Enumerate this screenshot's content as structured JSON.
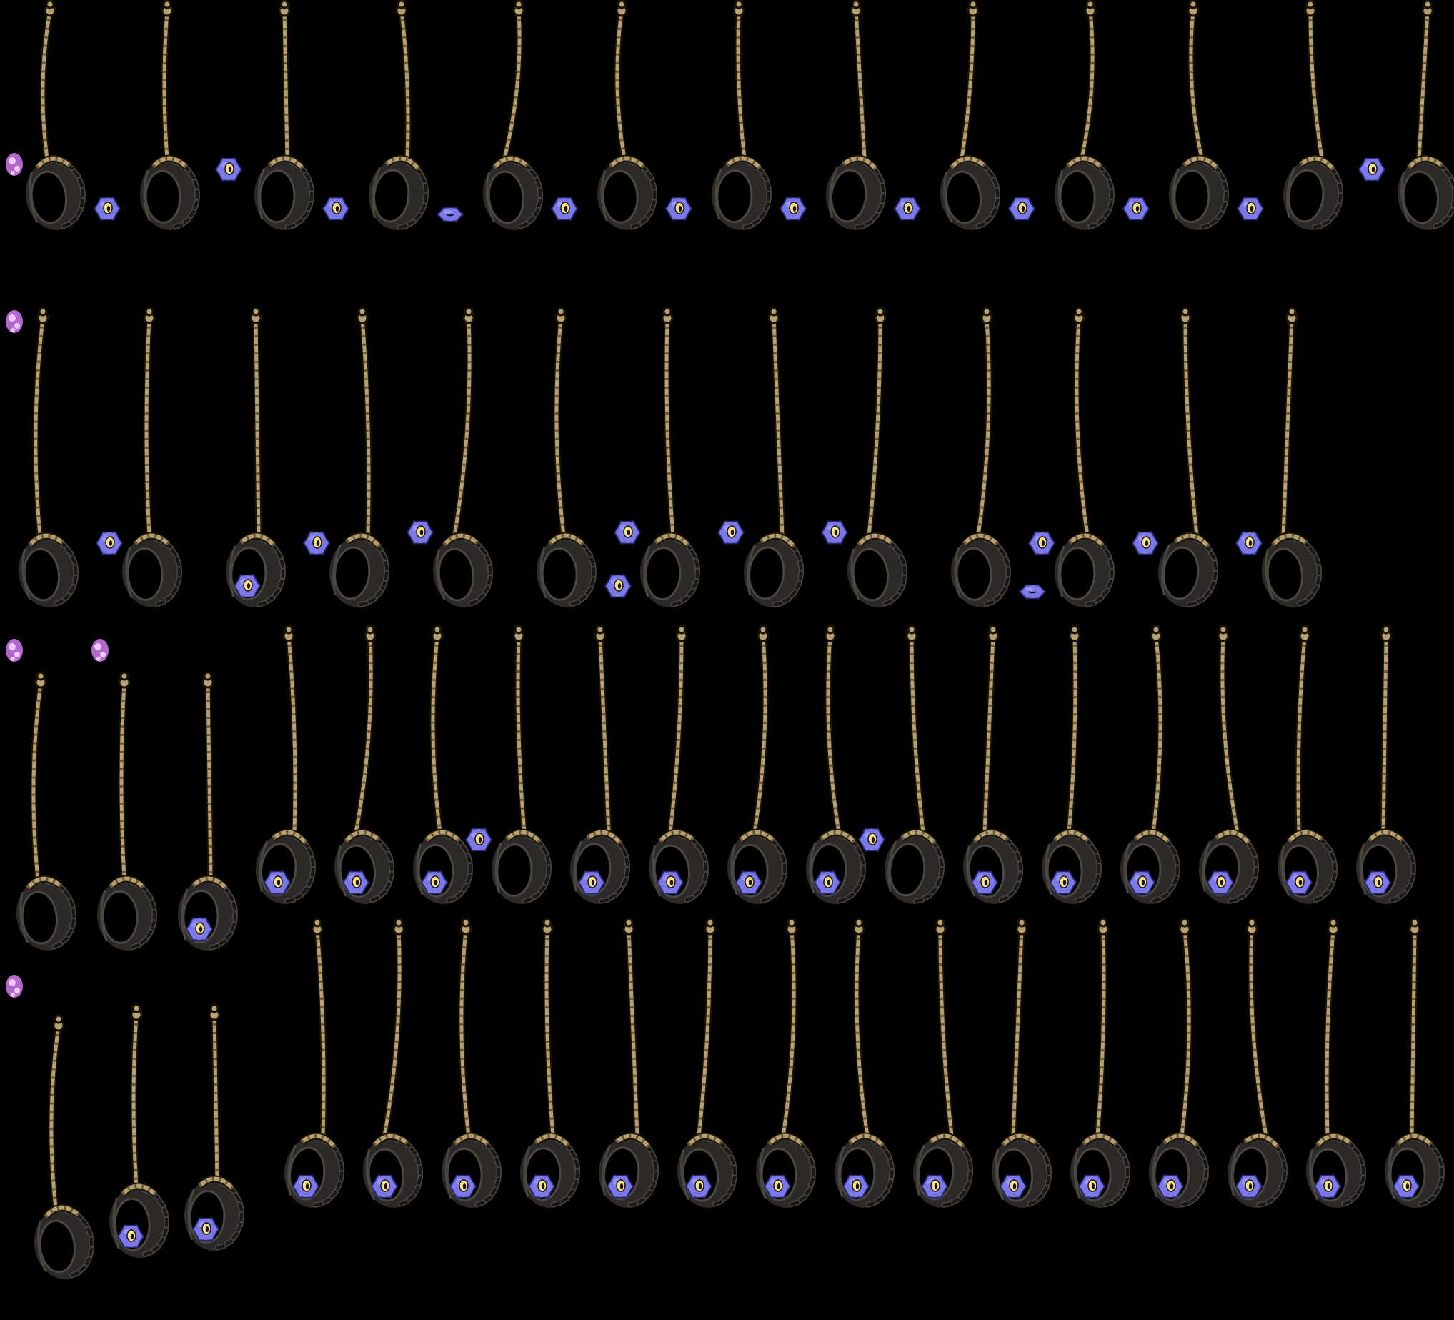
{
  "sheet": {
    "description_text": "",
    "background": "#000000",
    "colors": {
      "rope": "#b8a070",
      "rope_stripe": "#6b5a38",
      "rope_outline": "#1a1408",
      "tire": "#2c2a28",
      "tire_tread": "#1a1918",
      "tire_highlight": "#4a4640",
      "tire_outline": "#000000",
      "puffle": "#7b78e8",
      "puffle_light": "#a9a6ff",
      "puffle_eye": "#f4e27a",
      "puffle_pupil": "#1a1020",
      "sparkle": "#d07cf0",
      "sparkle_light": "#f3c7ff"
    },
    "rows": [
      {
        "name": "row-1-idle-swing",
        "frames": [
          {
            "puffle": "side",
            "sparkle": true
          },
          {
            "puffle": "side-hop"
          },
          {
            "puffle": "side"
          },
          {
            "puffle": "side-flat"
          },
          {
            "puffle": "side"
          },
          {
            "puffle": "side"
          },
          {
            "puffle": "side"
          },
          {
            "puffle": "side"
          },
          {
            "puffle": "side"
          },
          {
            "puffle": "side"
          },
          {
            "puffle": "side"
          },
          {
            "puffle": "side-hop"
          },
          {
            "puffle": "none"
          }
        ]
      },
      {
        "name": "row-2-jump-on",
        "frames": [
          {
            "puffle": "none",
            "sparkle": true
          },
          {
            "puffle": "left"
          },
          {
            "puffle": "in-tire"
          },
          {
            "puffle": "left"
          },
          {
            "puffle": "jump"
          },
          {
            "puffle": "side"
          },
          {
            "puffle": "jump"
          },
          {
            "puffle": "jump"
          },
          {
            "puffle": "jump"
          },
          {
            "puffle": "side-flat"
          },
          {
            "puffle": "left"
          },
          {
            "puffle": "left"
          },
          {
            "puffle": "left"
          }
        ]
      },
      {
        "name": "row-3-ride-swing",
        "frames": [
          {
            "puffle": "none",
            "sparkle": true
          },
          {
            "puffle": "none",
            "sparkle": true
          },
          {
            "puffle": "in-tire"
          },
          {
            "puffle": "in-tire"
          },
          {
            "puffle": "in-tire"
          },
          {
            "puffle": "in-tire"
          },
          {
            "puffle": "left"
          },
          {
            "puffle": "in-tire"
          },
          {
            "puffle": "in-tire"
          },
          {
            "puffle": "in-tire"
          },
          {
            "puffle": "in-tire"
          },
          {
            "puffle": "left"
          },
          {
            "puffle": "in-tire"
          },
          {
            "puffle": "in-tire"
          },
          {
            "puffle": "in-tire"
          },
          {
            "puffle": "in-tire"
          },
          {
            "puffle": "in-tire"
          },
          {
            "puffle": "in-tire"
          }
        ]
      },
      {
        "name": "row-4-ride-loop",
        "frames": [
          {
            "puffle": "none",
            "sparkle": true
          },
          {
            "puffle": "in-tire"
          },
          {
            "puffle": "in-tire"
          },
          {
            "puffle": "in-tire"
          },
          {
            "puffle": "in-tire"
          },
          {
            "puffle": "in-tire"
          },
          {
            "puffle": "in-tire"
          },
          {
            "puffle": "in-tire"
          },
          {
            "puffle": "in-tire"
          },
          {
            "puffle": "in-tire"
          },
          {
            "puffle": "in-tire"
          },
          {
            "puffle": "in-tire"
          },
          {
            "puffle": "in-tire"
          },
          {
            "puffle": "in-tire"
          },
          {
            "puffle": "in-tire"
          },
          {
            "puffle": "in-tire"
          },
          {
            "puffle": "in-tire"
          },
          {
            "puffle": "in-tire"
          }
        ]
      }
    ]
  }
}
